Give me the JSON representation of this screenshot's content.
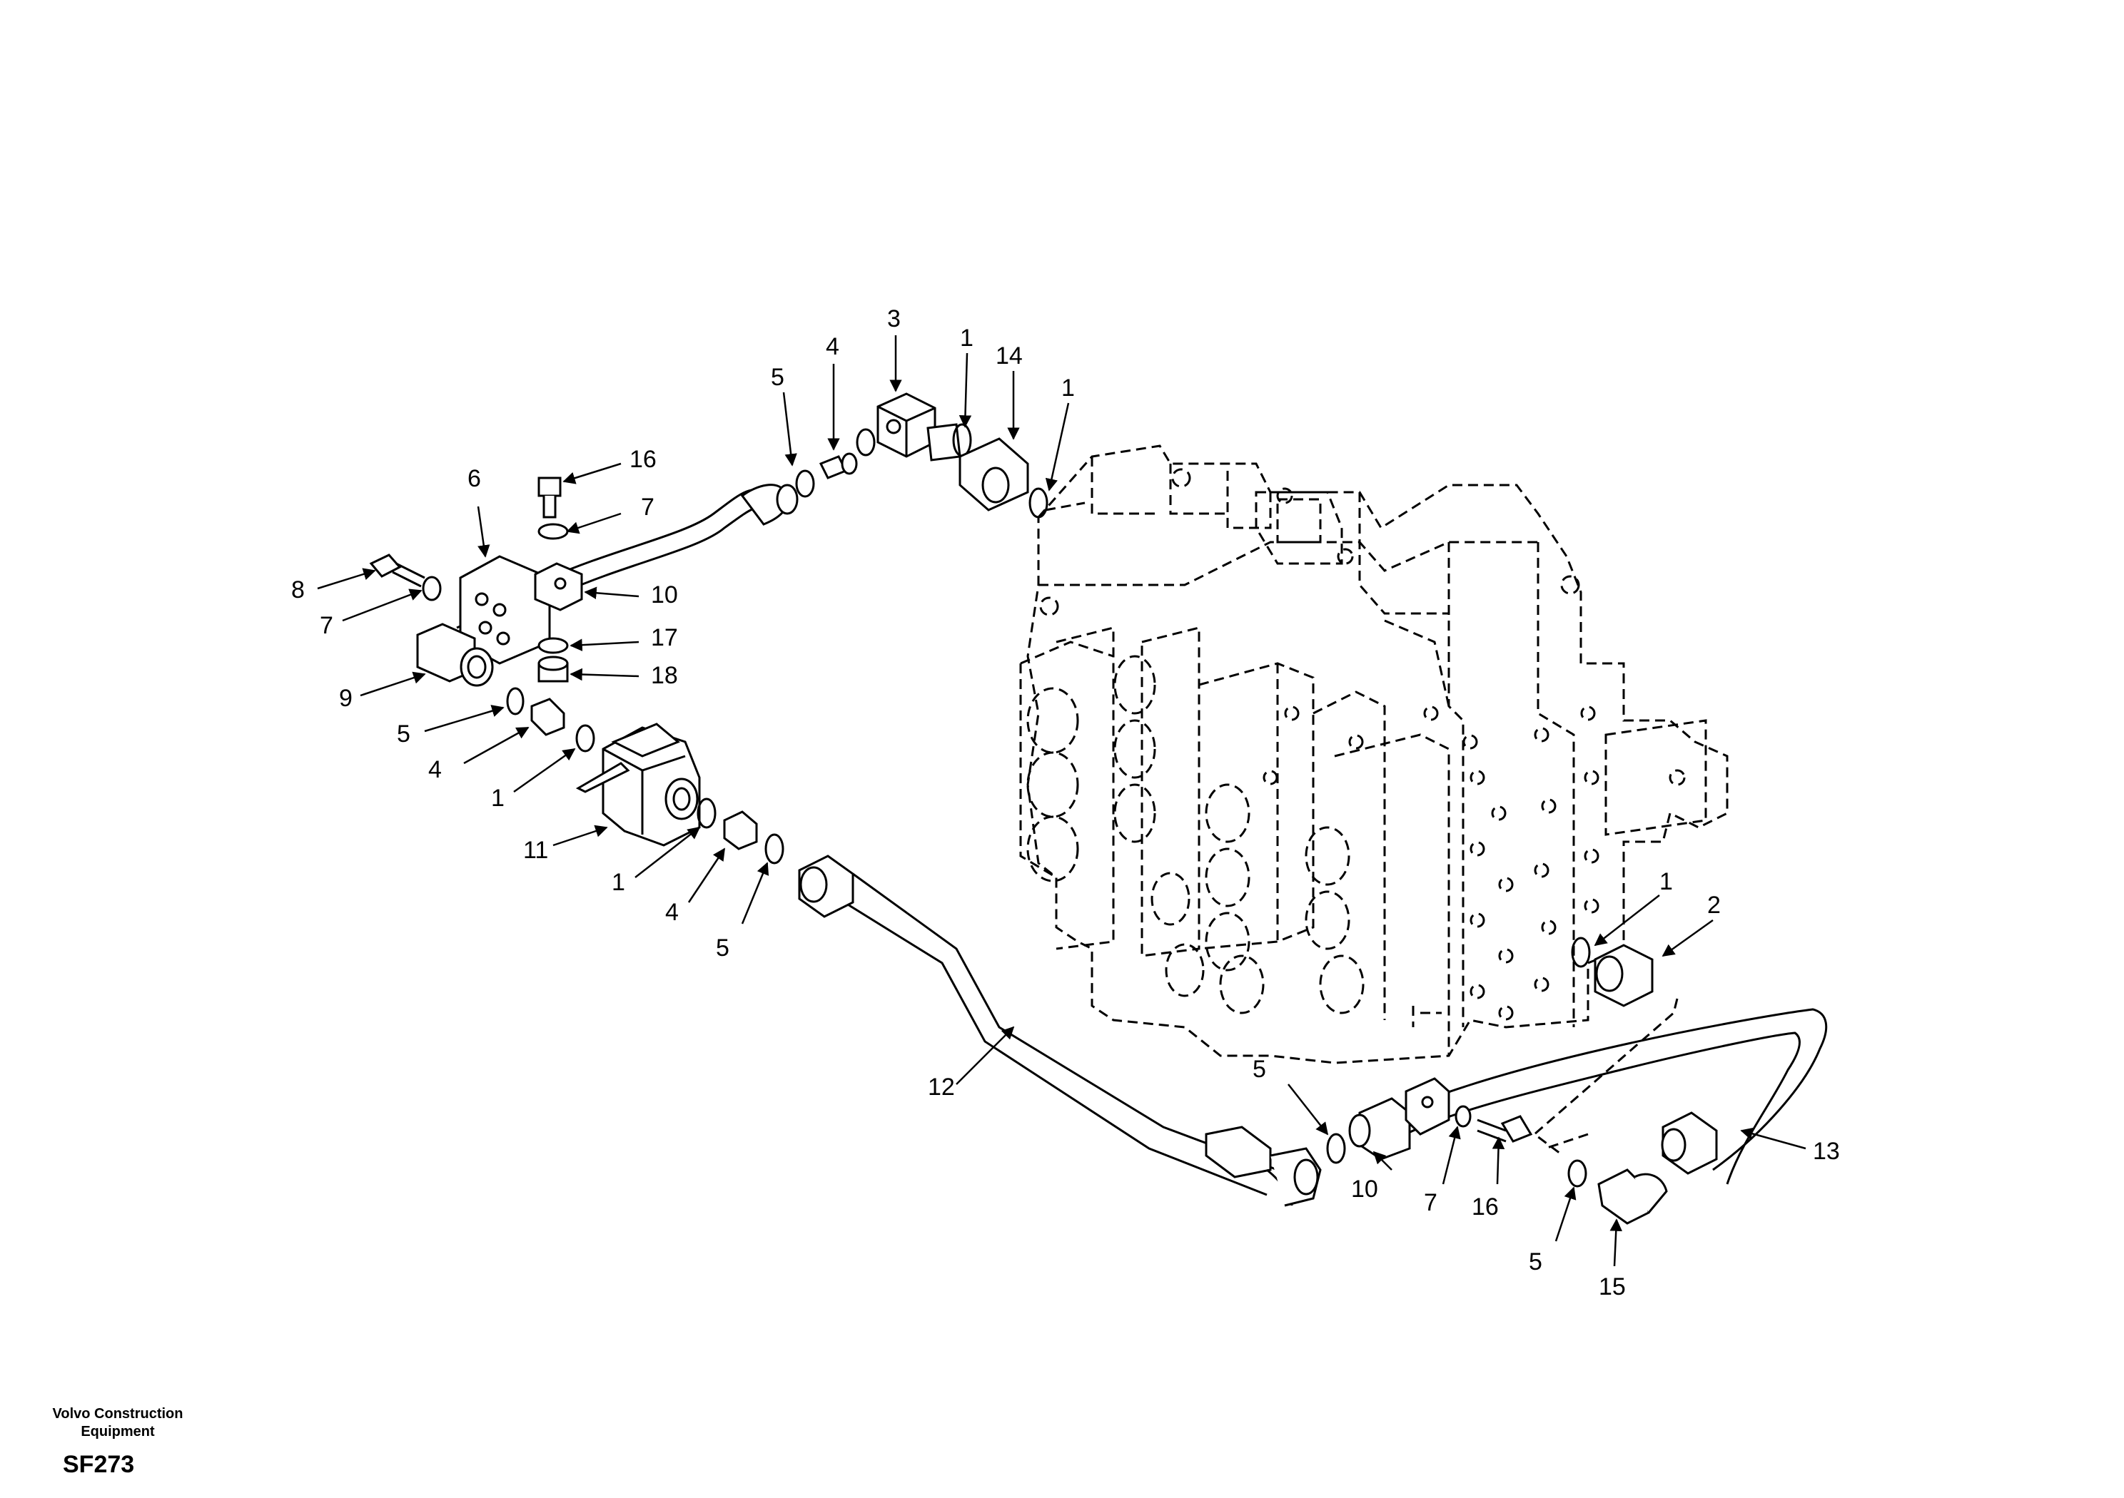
{
  "callouts": [
    {
      "id": "c1",
      "label": "3"
    },
    {
      "id": "c2",
      "label": "4"
    },
    {
      "id": "c3",
      "label": "5"
    },
    {
      "id": "c4",
      "label": "1"
    },
    {
      "id": "c5",
      "label": "14"
    },
    {
      "id": "c6",
      "label": "1"
    },
    {
      "id": "c7",
      "label": "16"
    },
    {
      "id": "c8",
      "label": "6"
    },
    {
      "id": "c9",
      "label": "7"
    },
    {
      "id": "c10",
      "label": "8"
    },
    {
      "id": "c11",
      "label": "7"
    },
    {
      "id": "c12",
      "label": "10"
    },
    {
      "id": "c13",
      "label": "17"
    },
    {
      "id": "c14",
      "label": "18"
    },
    {
      "id": "c15",
      "label": "9"
    },
    {
      "id": "c16",
      "label": "5"
    },
    {
      "id": "c17",
      "label": "4"
    },
    {
      "id": "c18",
      "label": "1"
    },
    {
      "id": "c19",
      "label": "11"
    },
    {
      "id": "c20",
      "label": "1"
    },
    {
      "id": "c21",
      "label": "4"
    },
    {
      "id": "c22",
      "label": "5"
    },
    {
      "id": "c23",
      "label": "12"
    },
    {
      "id": "c24",
      "label": "1"
    },
    {
      "id": "c25",
      "label": "2"
    },
    {
      "id": "c26",
      "label": "5"
    },
    {
      "id": "c27",
      "label": "10"
    },
    {
      "id": "c28",
      "label": "7"
    },
    {
      "id": "c29",
      "label": "16"
    },
    {
      "id": "c30",
      "label": "13"
    },
    {
      "id": "c31",
      "label": "5"
    },
    {
      "id": "c32",
      "label": "15"
    }
  ],
  "footer": {
    "brand_line1": "Volvo Construction",
    "brand_line2": "Equipment",
    "code": "SF273"
  }
}
